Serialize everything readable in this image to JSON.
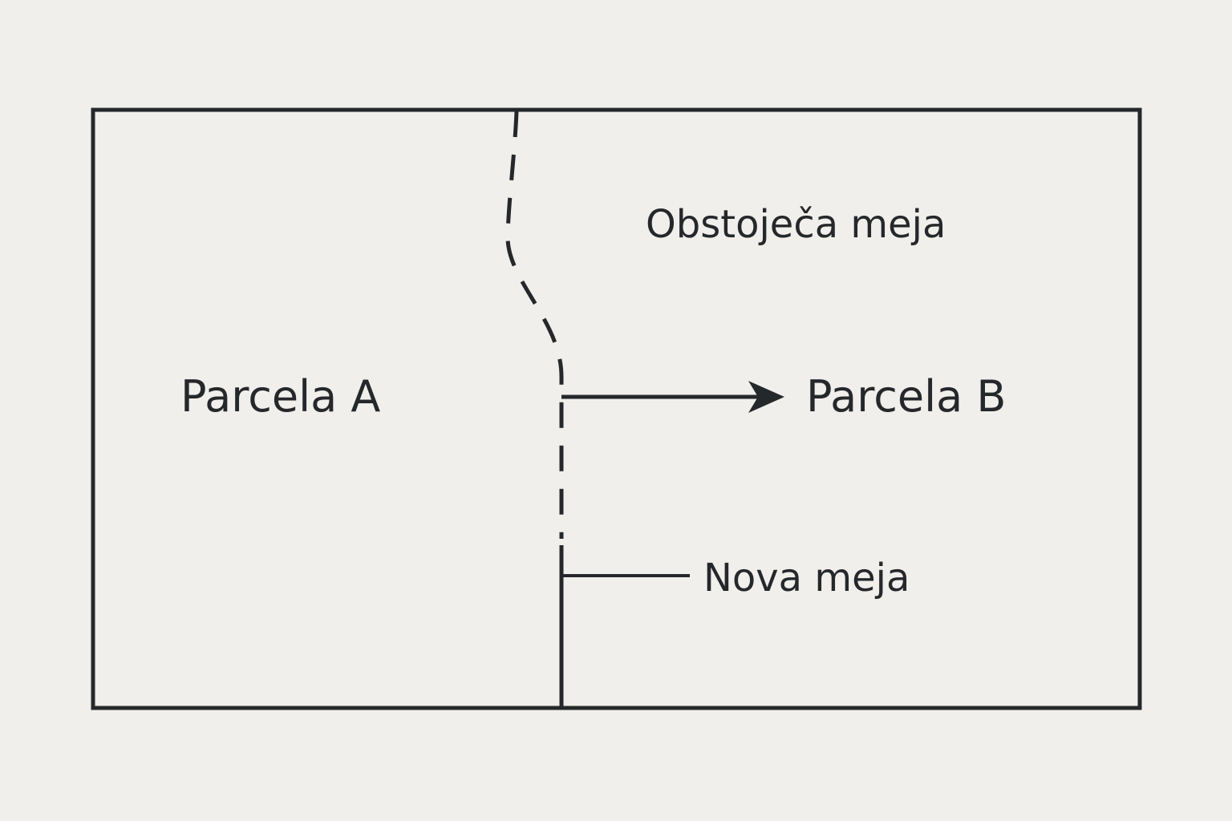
{
  "labels": {
    "parcel_a": "Parcela A",
    "parcel_b": "Parcela B",
    "existing_boundary": "Obstoječa meja",
    "new_boundary": "Nova meja"
  },
  "colors": {
    "background": "#f1efeb",
    "ink": "#25282b"
  }
}
